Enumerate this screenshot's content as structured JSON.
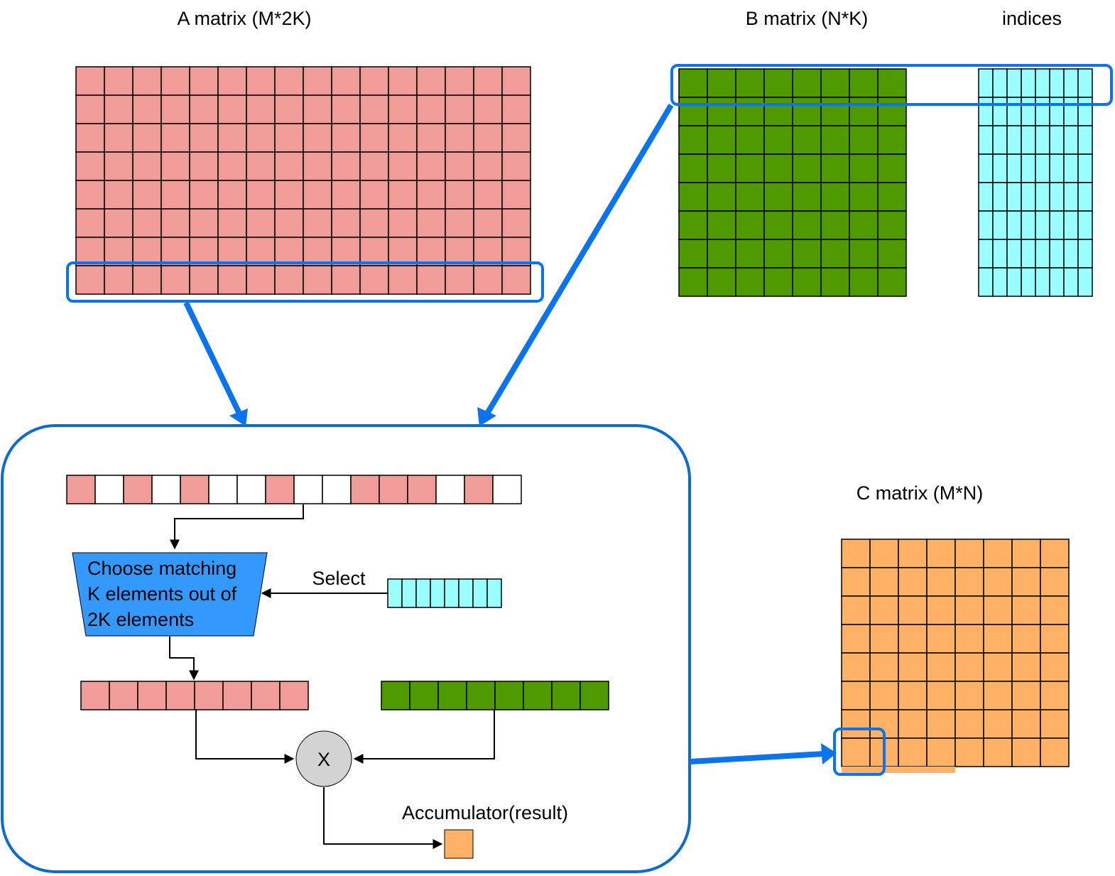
{
  "labels": {
    "a_matrix": "A matrix (M*2K)",
    "b_matrix": "B matrix (N*K)",
    "indices": "indices",
    "c_matrix": "C matrix (M*N)",
    "select": "Select",
    "selector_line1": "Choose matching",
    "selector_line2": "K elements out of",
    "selector_line3": "2K elements",
    "multiply": "X",
    "accumulator": "Accumulator(result)"
  },
  "matrices": {
    "a": {
      "rows": 8,
      "cols": 16,
      "highlighted_row": 8
    },
    "b": {
      "rows": 8,
      "cols": 8,
      "highlighted_row": 1
    },
    "indices": {
      "rows": 8,
      "cols": 8,
      "highlighted_row": 1
    },
    "c": {
      "rows": 8,
      "cols": 8,
      "highlighted_cell": [
        8,
        1
      ]
    }
  },
  "a_row_mask": [
    1,
    0,
    1,
    0,
    1,
    0,
    0,
    1,
    0,
    0,
    1,
    1,
    1,
    0,
    1,
    0
  ],
  "selected_a_count": 8,
  "b_row_count": 8,
  "indices_row_count": 8,
  "colors": {
    "a_fill": "#f09d99",
    "b_fill": "#4f9a00",
    "indices_fill": "#99ffff",
    "c_fill": "#ffb266",
    "accumulator_fill": "#ffb266",
    "selector_fill": "#3399ff",
    "multiply_fill": "#d3d3d3",
    "highlight": "#0a74ee",
    "panel_border": "#0a6bd0",
    "grid_line": "#000000"
  }
}
